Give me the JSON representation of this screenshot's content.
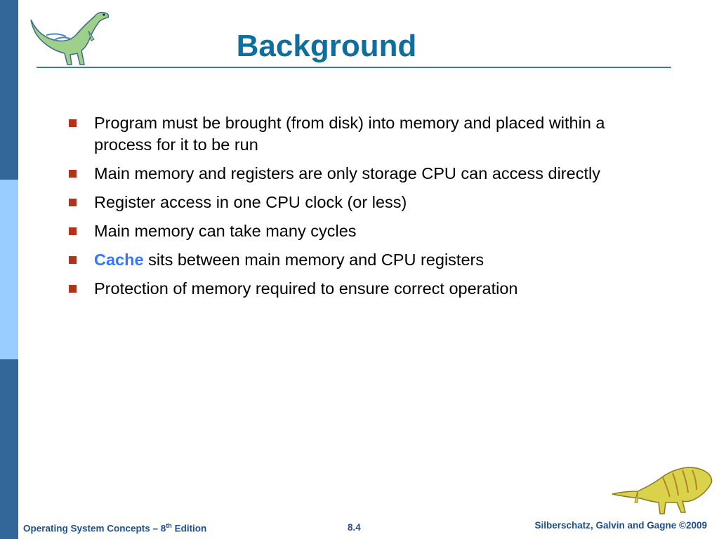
{
  "colors": {
    "title": "#0E6E9F",
    "rule": "#3A7AB0",
    "bullet_marker": "#B0331B",
    "keyword": "#3377FF",
    "footer_text": "#1F4E8F",
    "bar_top": "#336699",
    "bar_mid": "#99CCFF",
    "bar_bottom": "#336699"
  },
  "slide": {
    "title": "Background",
    "bullets": [
      {
        "text": "Program must be brought (from disk)  into memory and placed within a process for it to be run"
      },
      {
        "text": "Main memory and registers are only storage CPU can access directly"
      },
      {
        "text": "Register access in one CPU clock (or less)"
      },
      {
        "text": "Main memory can take many cycles"
      },
      {
        "keyword": "Cache",
        "text": " sits between main memory and CPU registers"
      },
      {
        "text": "Protection of memory required to ensure correct operation"
      }
    ]
  },
  "footer": {
    "left_prefix": "Operating System Concepts – 8",
    "left_sup": "th",
    "left_suffix": " Edition",
    "center": "8.4",
    "right": "Silberschatz, Galvin and Gagne ©2009"
  },
  "icons": {
    "top_logo": "dinosaur-icon",
    "bottom_logo": "dinosaur-icon"
  }
}
